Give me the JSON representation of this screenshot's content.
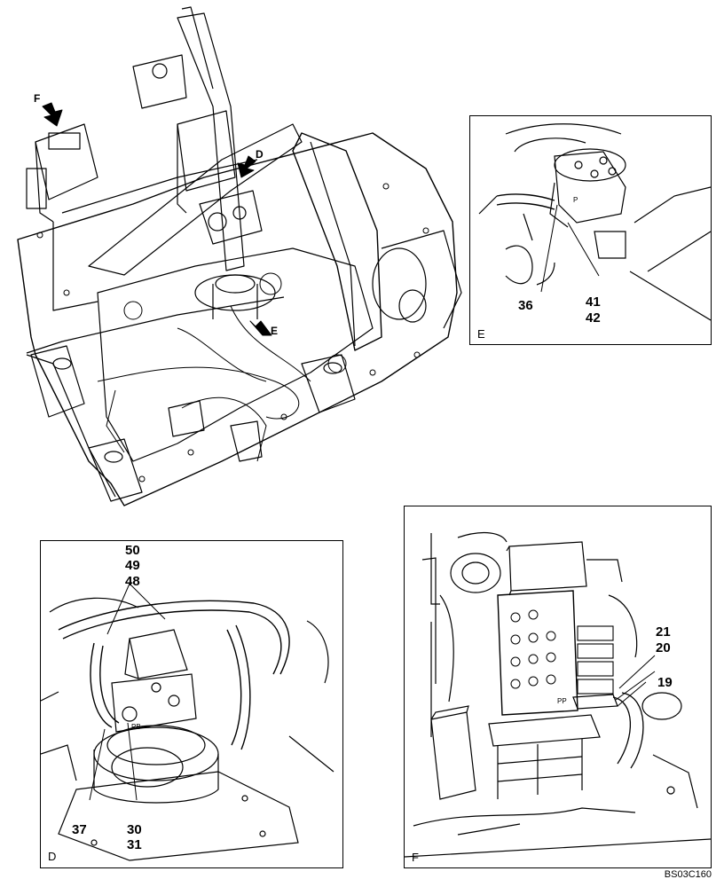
{
  "main_view": {
    "arrow_labels": [
      "F",
      "D",
      "E"
    ]
  },
  "detail_e": {
    "label": "E",
    "callouts": [
      "36",
      "41",
      "42"
    ],
    "port_marks": [
      "P"
    ]
  },
  "detail_d": {
    "label": "D",
    "callouts_top": [
      "50",
      "49",
      "48"
    ],
    "callouts_bottom_left": [
      "37"
    ],
    "callouts_bottom_center": [
      "30",
      "31"
    ],
    "port_marks": [
      "PB"
    ]
  },
  "detail_f": {
    "label": "F",
    "callouts": [
      "21",
      "20",
      "19"
    ],
    "port_marks": [
      "PP"
    ]
  },
  "drawing_reference": "BS03C160"
}
